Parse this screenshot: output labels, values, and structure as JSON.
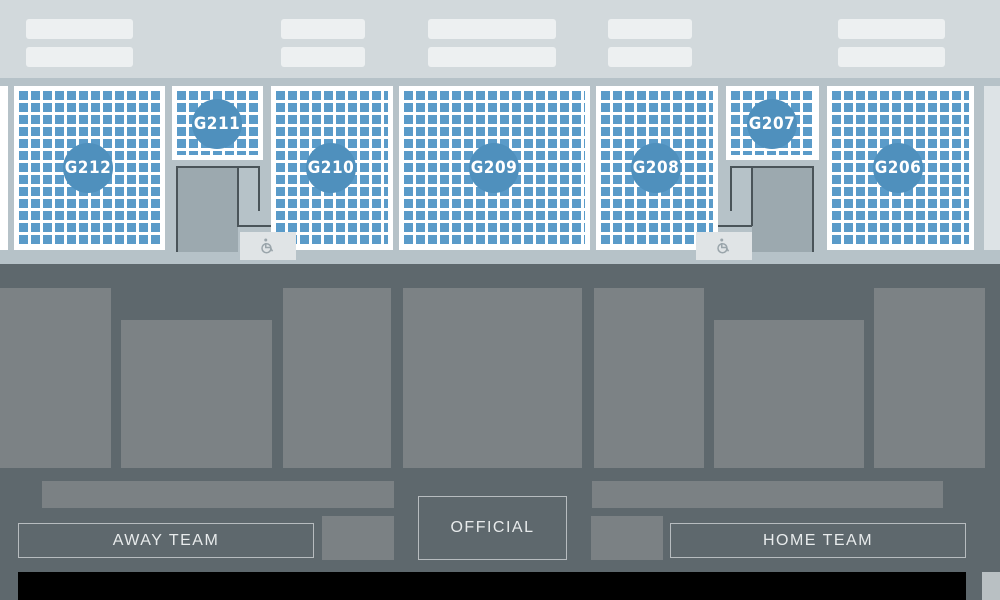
{
  "map": {
    "sections": [
      {
        "id": "G212",
        "label": "G212"
      },
      {
        "id": "G211",
        "label": "G211"
      },
      {
        "id": "G210",
        "label": "G210"
      },
      {
        "id": "G209",
        "label": "G209"
      },
      {
        "id": "G208",
        "label": "G208"
      },
      {
        "id": "G207",
        "label": "G207"
      },
      {
        "id": "G206",
        "label": "G206"
      }
    ],
    "accessible_icon": "wheelchair-icon",
    "labels": {
      "away": "AWAY TEAM",
      "official": "OFFICIAL",
      "home": "HOME TEAM"
    },
    "colors": {
      "seat": "#5a9bc9",
      "badge": "#4f90bd",
      "floor": "#5e686d",
      "concourse": "#d2d9dc"
    }
  }
}
